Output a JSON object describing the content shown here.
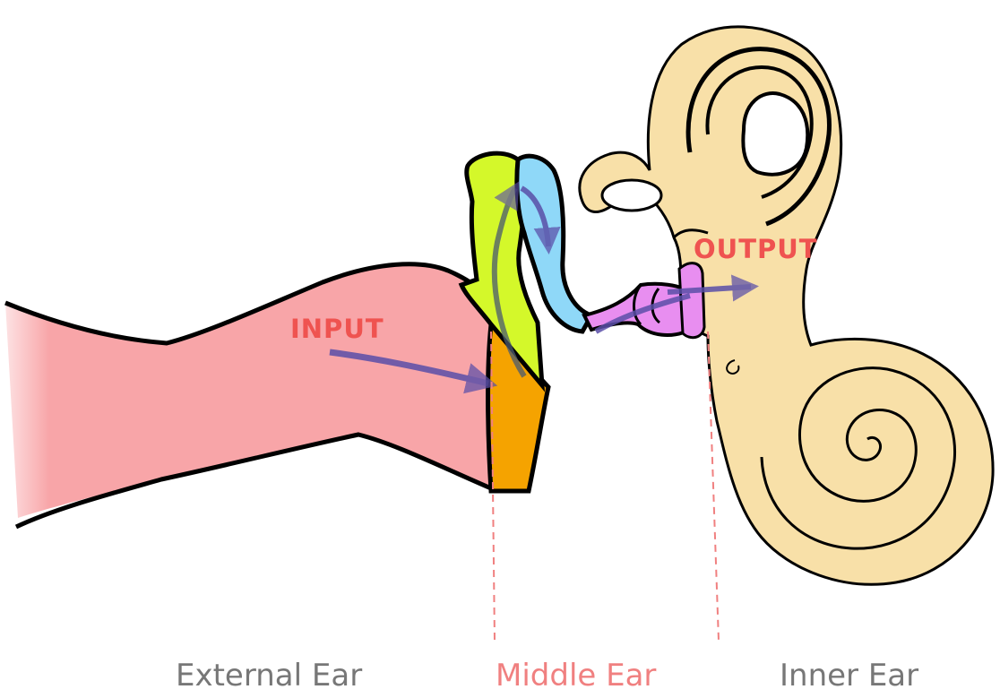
{
  "labels": {
    "external_ear": "External Ear",
    "middle_ear": "Middle Ear",
    "inner_ear": "Inner Ear",
    "input": "INPUT",
    "output": "OUTPUT"
  },
  "colors": {
    "external_label": "#777777",
    "middle_label": "#f08080",
    "inner_label": "#777777",
    "flow_label": "#ef5350",
    "ear_canal": "#f8a5a8",
    "eardrum": "#f5a300",
    "malleus": "#d4f82a",
    "incus": "#8fd8f8",
    "stapes": "#e88ef0",
    "inner_ear": "#f8e0a8",
    "arrow": "#5a4fa8",
    "divider": "#f08080"
  }
}
